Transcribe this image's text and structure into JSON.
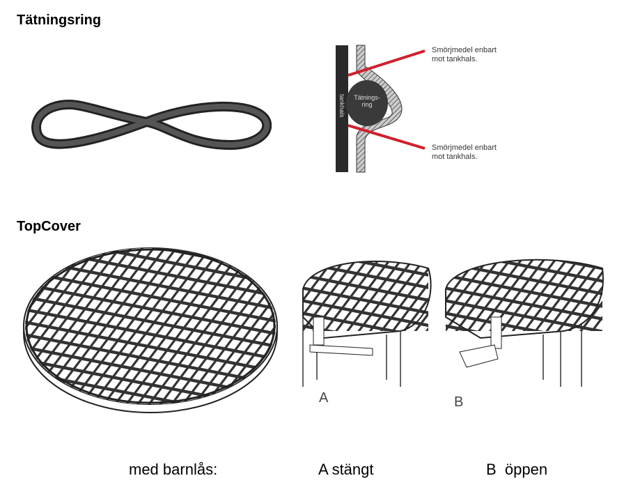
{
  "sections": {
    "seal_title": "Tätningsring",
    "cover_title": "TopCover"
  },
  "seal_diagram": {
    "label_top": [
      "Smörjmedel enbart",
      "mot tankhals."
    ],
    "label_bottom": [
      "Smörjmedel enbart",
      "mot tankhals."
    ],
    "ring_label": [
      "Tätnings-",
      "ring"
    ],
    "neck_label": "tankhals",
    "accent_color": "#d0202e"
  },
  "cover_details": {
    "letter_a": "A",
    "letter_b": "B"
  },
  "captions": {
    "lock": "med barnlås:",
    "a": "A stängt",
    "b": "B  öppen"
  }
}
